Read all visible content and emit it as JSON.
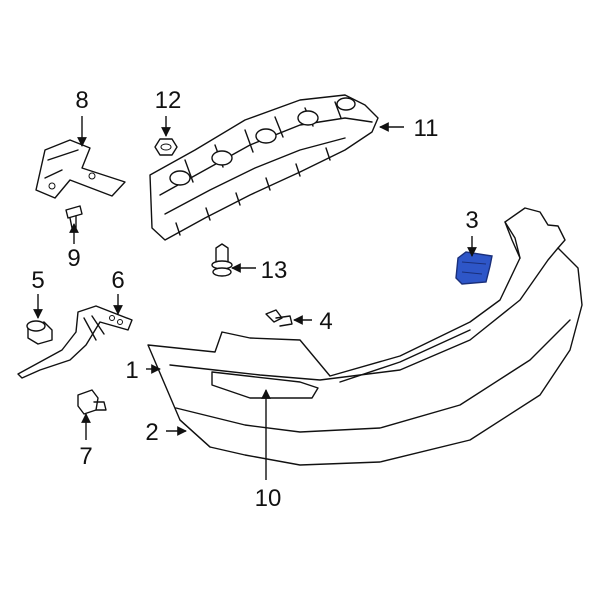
{
  "diagram": {
    "highlight_color": "#2e56c8",
    "line_color": "#111111",
    "background": "#ffffff",
    "callouts": [
      {
        "id": "1",
        "label": "1"
      },
      {
        "id": "2",
        "label": "2"
      },
      {
        "id": "3",
        "label": "3",
        "highlighted": true
      },
      {
        "id": "4",
        "label": "4"
      },
      {
        "id": "5",
        "label": "5"
      },
      {
        "id": "6",
        "label": "6"
      },
      {
        "id": "7",
        "label": "7"
      },
      {
        "id": "8",
        "label": "8"
      },
      {
        "id": "9",
        "label": "9"
      },
      {
        "id": "10",
        "label": "10"
      },
      {
        "id": "11",
        "label": "11"
      },
      {
        "id": "12",
        "label": "12"
      },
      {
        "id": "13",
        "label": "13"
      }
    ]
  }
}
